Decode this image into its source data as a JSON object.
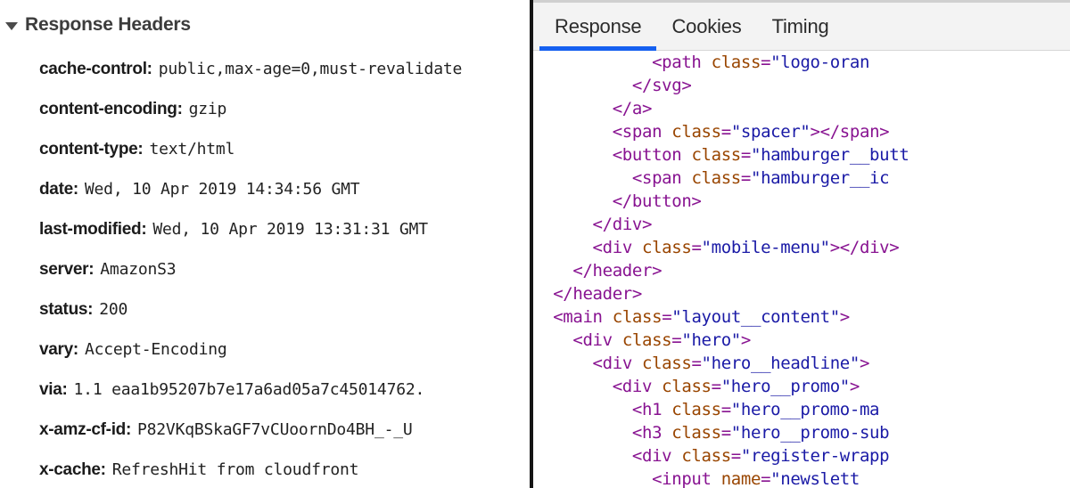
{
  "headers_panel": {
    "section_title": "Response Headers",
    "disclosure_state": "expanded",
    "rows": [
      {
        "name": "cache-control:",
        "value": "public,max-age=0,must-revalidate"
      },
      {
        "name": "content-encoding:",
        "value": "gzip"
      },
      {
        "name": "content-type:",
        "value": "text/html"
      },
      {
        "name": "date:",
        "value": "Wed, 10 Apr 2019 14:34:56 GMT"
      },
      {
        "name": "last-modified:",
        "value": "Wed, 10 Apr 2019 13:31:31 GMT"
      },
      {
        "name": "server:",
        "value": "AmazonS3"
      },
      {
        "name": "status:",
        "value": "200"
      },
      {
        "name": "vary:",
        "value": "Accept-Encoding"
      },
      {
        "name": "via:",
        "value": "1.1 eaa1b95207b7e17a6ad05a7c45014762."
      },
      {
        "name": "x-amz-cf-id:",
        "value": "P82VKqBSkaGF7vCUoornDo4BH_-_U"
      },
      {
        "name": "x-cache:",
        "value": "RefreshHit from cloudfront"
      }
    ]
  },
  "response_panel": {
    "tabs": [
      {
        "label": "Response",
        "active": true
      },
      {
        "label": "Cookies",
        "active": false
      },
      {
        "label": "Timing",
        "active": false
      }
    ],
    "code_lines": [
      {
        "indent": 12,
        "tokens": [
          {
            "t": "tag",
            "s": "<path "
          },
          {
            "t": "attr",
            "s": "class"
          },
          {
            "t": "punct",
            "s": "="
          },
          {
            "t": "val",
            "s": "\"logo-oran"
          }
        ]
      },
      {
        "indent": 10,
        "tokens": [
          {
            "t": "tag",
            "s": "</svg>"
          }
        ]
      },
      {
        "indent": 8,
        "tokens": [
          {
            "t": "tag",
            "s": "</a>"
          }
        ]
      },
      {
        "indent": 8,
        "tokens": [
          {
            "t": "tag",
            "s": "<span "
          },
          {
            "t": "attr",
            "s": "class"
          },
          {
            "t": "punct",
            "s": "="
          },
          {
            "t": "val",
            "s": "\"spacer\""
          },
          {
            "t": "tag",
            "s": "></span>"
          }
        ]
      },
      {
        "indent": 8,
        "tokens": [
          {
            "t": "tag",
            "s": "<button "
          },
          {
            "t": "attr",
            "s": "class"
          },
          {
            "t": "punct",
            "s": "="
          },
          {
            "t": "val",
            "s": "\"hamburger__butt"
          }
        ]
      },
      {
        "indent": 10,
        "tokens": [
          {
            "t": "tag",
            "s": "<span "
          },
          {
            "t": "attr",
            "s": "class"
          },
          {
            "t": "punct",
            "s": "="
          },
          {
            "t": "val",
            "s": "\"hamburger__ic"
          }
        ]
      },
      {
        "indent": 8,
        "tokens": [
          {
            "t": "tag",
            "s": "</button>"
          }
        ]
      },
      {
        "indent": 6,
        "tokens": [
          {
            "t": "tag",
            "s": "</div>"
          }
        ]
      },
      {
        "indent": 6,
        "tokens": [
          {
            "t": "tag",
            "s": "<div "
          },
          {
            "t": "attr",
            "s": "class"
          },
          {
            "t": "punct",
            "s": "="
          },
          {
            "t": "val",
            "s": "\"mobile-menu\""
          },
          {
            "t": "tag",
            "s": "></div>"
          }
        ]
      },
      {
        "indent": 4,
        "tokens": [
          {
            "t": "tag",
            "s": "</header>"
          }
        ]
      },
      {
        "indent": 2,
        "tokens": [
          {
            "t": "tag",
            "s": "</header>"
          }
        ]
      },
      {
        "indent": 2,
        "tokens": [
          {
            "t": "tag",
            "s": "<main "
          },
          {
            "t": "attr",
            "s": "class"
          },
          {
            "t": "punct",
            "s": "="
          },
          {
            "t": "val",
            "s": "\"layout__content\""
          },
          {
            "t": "tag",
            "s": ">"
          }
        ]
      },
      {
        "indent": 4,
        "tokens": [
          {
            "t": "tag",
            "s": "<div "
          },
          {
            "t": "attr",
            "s": "class"
          },
          {
            "t": "punct",
            "s": "="
          },
          {
            "t": "val",
            "s": "\"hero\""
          },
          {
            "t": "tag",
            "s": ">"
          }
        ]
      },
      {
        "indent": 6,
        "tokens": [
          {
            "t": "tag",
            "s": "<div "
          },
          {
            "t": "attr",
            "s": "class"
          },
          {
            "t": "punct",
            "s": "="
          },
          {
            "t": "val",
            "s": "\"hero__headline\""
          },
          {
            "t": "tag",
            "s": ">"
          }
        ]
      },
      {
        "indent": 8,
        "tokens": [
          {
            "t": "tag",
            "s": "<div "
          },
          {
            "t": "attr",
            "s": "class"
          },
          {
            "t": "punct",
            "s": "="
          },
          {
            "t": "val",
            "s": "\"hero__promo\""
          },
          {
            "t": "tag",
            "s": ">"
          }
        ]
      },
      {
        "indent": 10,
        "tokens": [
          {
            "t": "tag",
            "s": "<h1 "
          },
          {
            "t": "attr",
            "s": "class"
          },
          {
            "t": "punct",
            "s": "="
          },
          {
            "t": "val",
            "s": "\"hero__promo-ma"
          }
        ]
      },
      {
        "indent": 10,
        "tokens": [
          {
            "t": "tag",
            "s": "<h3 "
          },
          {
            "t": "attr",
            "s": "class"
          },
          {
            "t": "punct",
            "s": "="
          },
          {
            "t": "val",
            "s": "\"hero__promo-sub"
          }
        ]
      },
      {
        "indent": 10,
        "tokens": [
          {
            "t": "tag",
            "s": "<div "
          },
          {
            "t": "attr",
            "s": "class"
          },
          {
            "t": "punct",
            "s": "="
          },
          {
            "t": "val",
            "s": "\"register-wrapp"
          }
        ]
      },
      {
        "indent": 12,
        "tokens": [
          {
            "t": "tag",
            "s": "<input "
          },
          {
            "t": "attr",
            "s": "name"
          },
          {
            "t": "punct",
            "s": "="
          },
          {
            "t": "val",
            "s": "\"newslett"
          }
        ]
      }
    ]
  },
  "colors": {
    "tab_active_underline": "#1560f0",
    "code_tag": "#881391",
    "code_attr": "#994500",
    "code_value": "#1a1aa6",
    "divider": "#151515",
    "tabbar_background": "#f3f3f3"
  }
}
